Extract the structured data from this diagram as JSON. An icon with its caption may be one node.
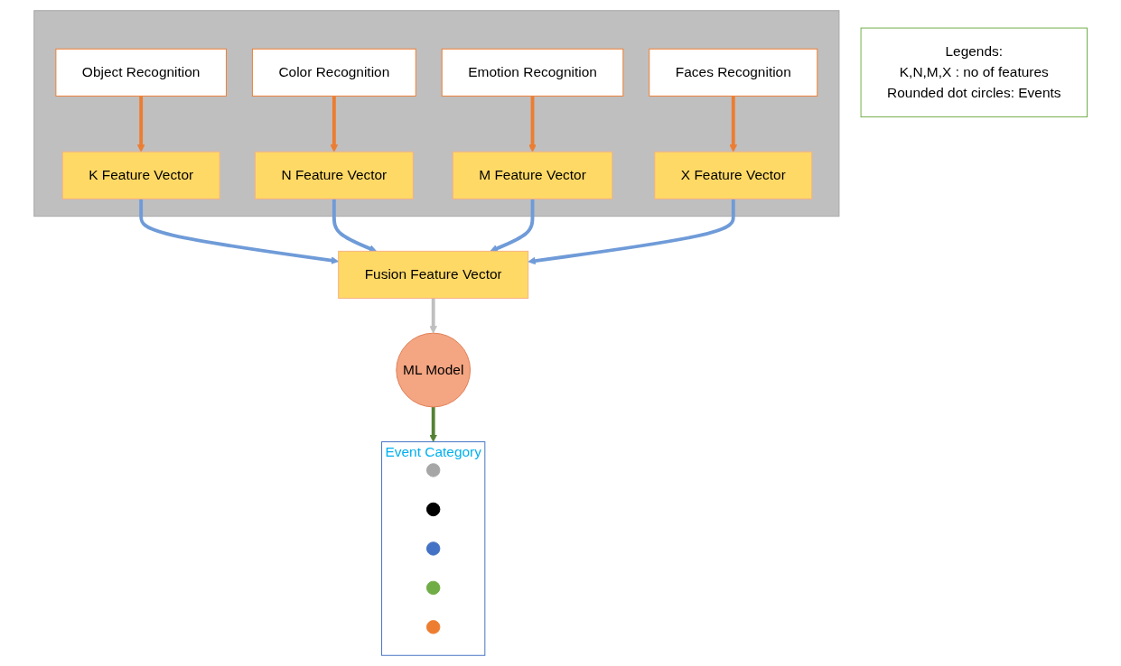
{
  "diagram": {
    "nodes": [
      {
        "text": [],
        "shape": "box"
      },
      {
        "text": [
          "Object Recognition"
        ],
        "in": 0
      },
      {
        "text": [
          "Color Recognition"
        ],
        "in": 0
      },
      {
        "text": [
          "Emotion Recognition"
        ],
        "in": 0
      },
      {
        "text": [
          "Faces Recognition"
        ],
        "in": 0
      },
      {
        "text": [
          "K Feature Vector"
        ],
        "in": 0
      },
      {
        "text": [
          "N Feature Vector"
        ],
        "in": 0
      },
      {
        "text": [
          "M Feature Vector"
        ],
        "in": 0
      },
      {
        "text": [
          "X Feature Vector"
        ],
        "in": 0
      },
      {
        "text": [
          "Fusion Feature Vector"
        ]
      },
      {
        "text": [
          "ML Model"
        ]
      },
      {
        "text": [
          "Event Category"
        ]
      },
      {
        "text": [],
        "shape": "circle",
        "in": 11
      },
      {
        "text": [],
        "shape": "circle",
        "in": 11
      },
      {
        "text": [],
        "shape": "circle",
        "in": 11
      },
      {
        "text": [],
        "shape": "circle",
        "in": 11
      },
      {
        "text": [],
        "shape": "circle",
        "in": 11
      },
      {
        "text": [
          "Legends:",
          "K,N,M,X : no of features",
          "Rounded dot circles: Events"
        ]
      }
    ],
    "edges": [
      {
        "from": 1,
        "to": 5,
        "arrow": "to",
        "color": "#ed7d31"
      },
      {
        "from": 2,
        "to": 6,
        "arrow": "to",
        "color": "#ed7d31"
      },
      {
        "from": 3,
        "to": 7,
        "arrow": "to",
        "color": "#ed7d31"
      },
      {
        "from": 4,
        "to": 8,
        "arrow": "to",
        "color": "#ed7d31"
      },
      {
        "from": 5,
        "to": 9,
        "arrow": "to",
        "color": "#6f9bd8"
      },
      {
        "from": 6,
        "to": 9,
        "arrow": "to",
        "color": "#6f9bd8"
      },
      {
        "from": 7,
        "to": 9,
        "arrow": "to",
        "color": "#6f9bd8"
      },
      {
        "from": 8,
        "to": 9,
        "arrow": "to",
        "color": "#6f9bd8"
      },
      {
        "from": 9,
        "to": 10,
        "arrow": "to",
        "color": "#bfbfbf"
      },
      {
        "from": 10,
        "to": 11,
        "arrow": "to",
        "color": "#548235"
      }
    ]
  }
}
